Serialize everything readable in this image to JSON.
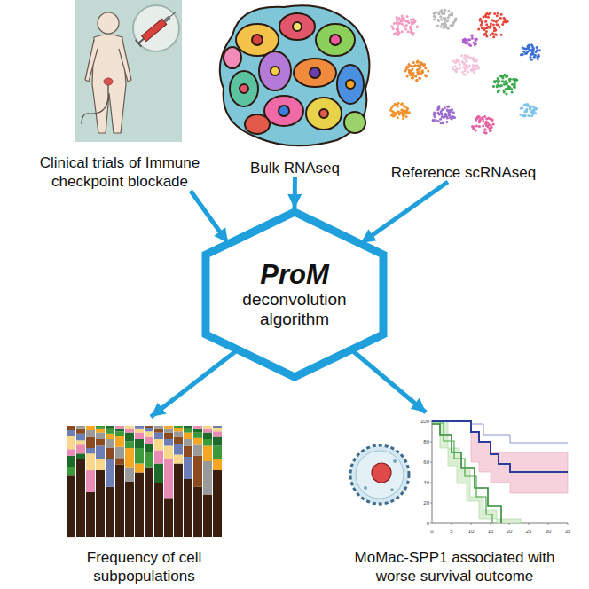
{
  "diagram": {
    "nodes": [
      {
        "text": [
          "Clinical trials of Immune checkpoint blockade"
        ]
      },
      {
        "text": [
          "Bulk RNAseq"
        ]
      },
      {
        "text": [
          "Reference scRNAseq"
        ]
      },
      {
        "text": [
          "ProM",
          "deconvolution algorithm"
        ]
      },
      {
        "text": [
          "Frequency of cell subpopulations"
        ]
      },
      {
        "text": [
          "MoMac-SPP1 associated with worse survival outcome"
        ]
      }
    ],
    "edges": [
      {
        "from": 0,
        "to": 3,
        "arrow": "to"
      },
      {
        "from": 1,
        "to": 3,
        "arrow": "to"
      },
      {
        "from": 2,
        "to": 3,
        "arrow": "to"
      },
      {
        "from": 3,
        "to": 4,
        "arrow": "to"
      },
      {
        "from": 3,
        "to": 5,
        "arrow": "to"
      }
    ],
    "labels": [
      "100",
      "80",
      "60",
      "40",
      "20",
      "0",
      "0",
      "5",
      "10",
      "15",
      "20",
      "25",
      "30",
      "35"
    ]
  }
}
